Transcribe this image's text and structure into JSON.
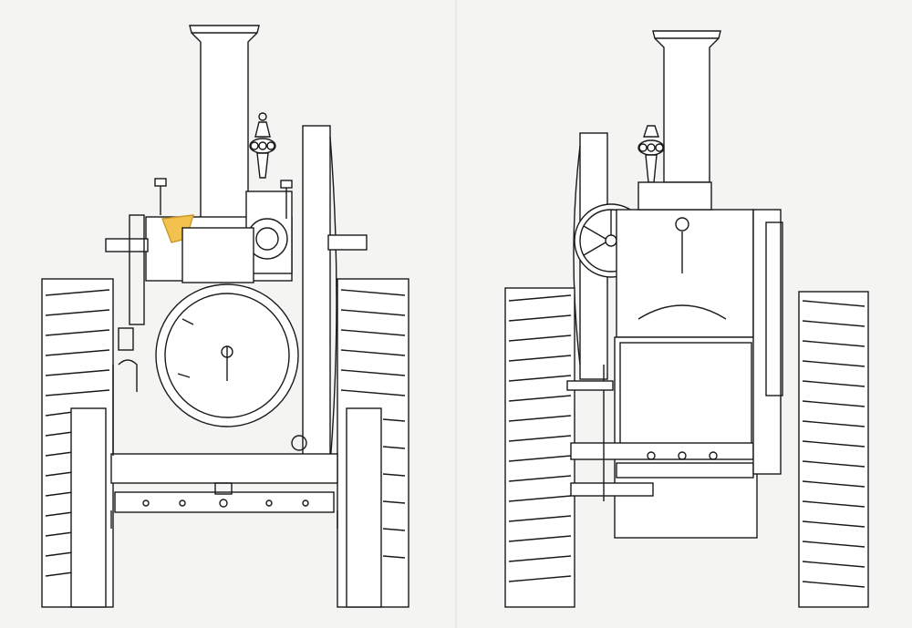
{
  "drawing": {
    "paper_color": "#f4f4f2",
    "line_color": "#1a1a1a",
    "highlight_color": "#f2c14e",
    "views": [
      {
        "id": "front",
        "description_icon": "traction-engine-front-elevation"
      },
      {
        "id": "rear",
        "description_icon": "traction-engine-rear-elevation"
      }
    ]
  }
}
